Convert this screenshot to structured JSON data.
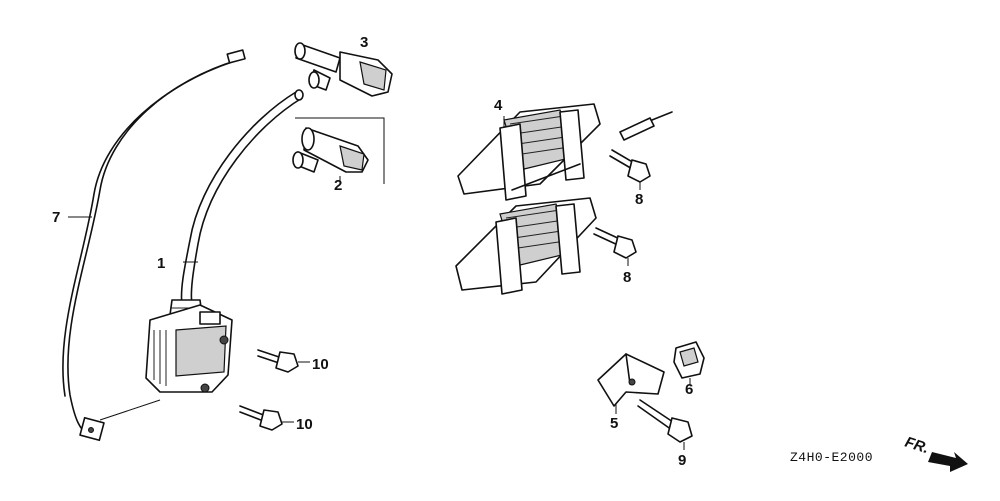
{
  "diagram_code": "Z4H0-E2000",
  "direction_label": "FR.",
  "callouts": {
    "c1": "1",
    "c2": "2",
    "c3": "3",
    "c4": "4",
    "c5": "5",
    "c6": "6",
    "c7": "7",
    "c8a": "8",
    "c8b": "8",
    "c9": "9",
    "c10a": "10",
    "c10b": "10"
  }
}
